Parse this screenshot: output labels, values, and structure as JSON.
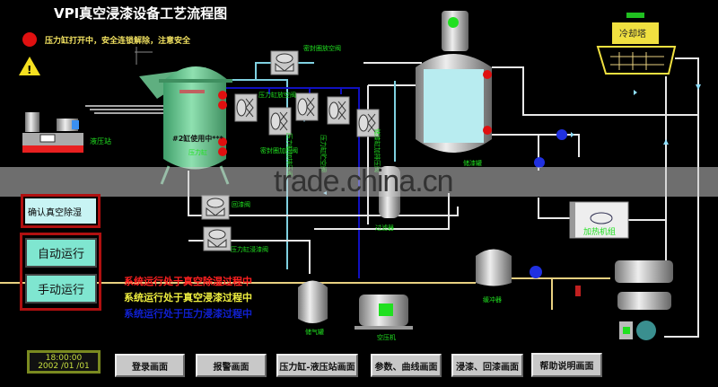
{
  "title": "VPI真空浸漆设备工艺流程图",
  "alarm": {
    "text": "压力缸打开中，安全连锁解除，注意安全",
    "indicator_color": "#e01010"
  },
  "equipment": {
    "hydraulic_station": "液压站",
    "pressure_tank_status": "#2缸使用中***",
    "pressure_tank": "压力缸",
    "storage_tank": "储漆罐",
    "cooling_tower": "冷却塔",
    "filter": "过滤器",
    "heating_unit": "加热机组",
    "buffer_tank": "缓冲器",
    "air_tank": "储气罐",
    "air_compressor": "空压机"
  },
  "valves": {
    "seal_vent": "密封圈放空阀",
    "tank_vent": "压力缸放空阀",
    "seal_pressurize": "密封圈加压阀",
    "tank_pressurize": "压力缸加排压阀",
    "tank_air": "压力缸贮空阀",
    "storage_pressurize": "储漆缸加排压阀",
    "return_valve": "回漆阀",
    "dip_valve": "压力缸浸漆阀"
  },
  "controls": {
    "confirm_vacuum": "确认真空除湿",
    "auto_run": "自动运行",
    "manual_run": "手动运行"
  },
  "status_messages": [
    {
      "text": "系统运行处于真空除湿过程中",
      "color": "#ff2020"
    },
    {
      "text": "系统运行处于真空浸漆过程中",
      "color": "#f0f040"
    },
    {
      "text": "系统运行处于压力浸漆过程中",
      "color": "#1020d0"
    }
  ],
  "clock": {
    "time": "18:00:00",
    "date": "2002 /01 /01"
  },
  "nav_buttons": [
    "登录画面",
    "报警画面",
    "压力缸-液压站画面",
    "参数、曲线画面",
    "浸漆、回漆画面",
    "帮助说明画面"
  ],
  "watermark": "trade.china.cn",
  "colors": {
    "label_green": "#20e020",
    "tank_green": "#5fbf8a",
    "window_blue": "#b8ecf0",
    "pipe_blue": "#1010c0",
    "pipe_cyan": "#7fd0e0",
    "mode_button": "#7fe6d0"
  }
}
